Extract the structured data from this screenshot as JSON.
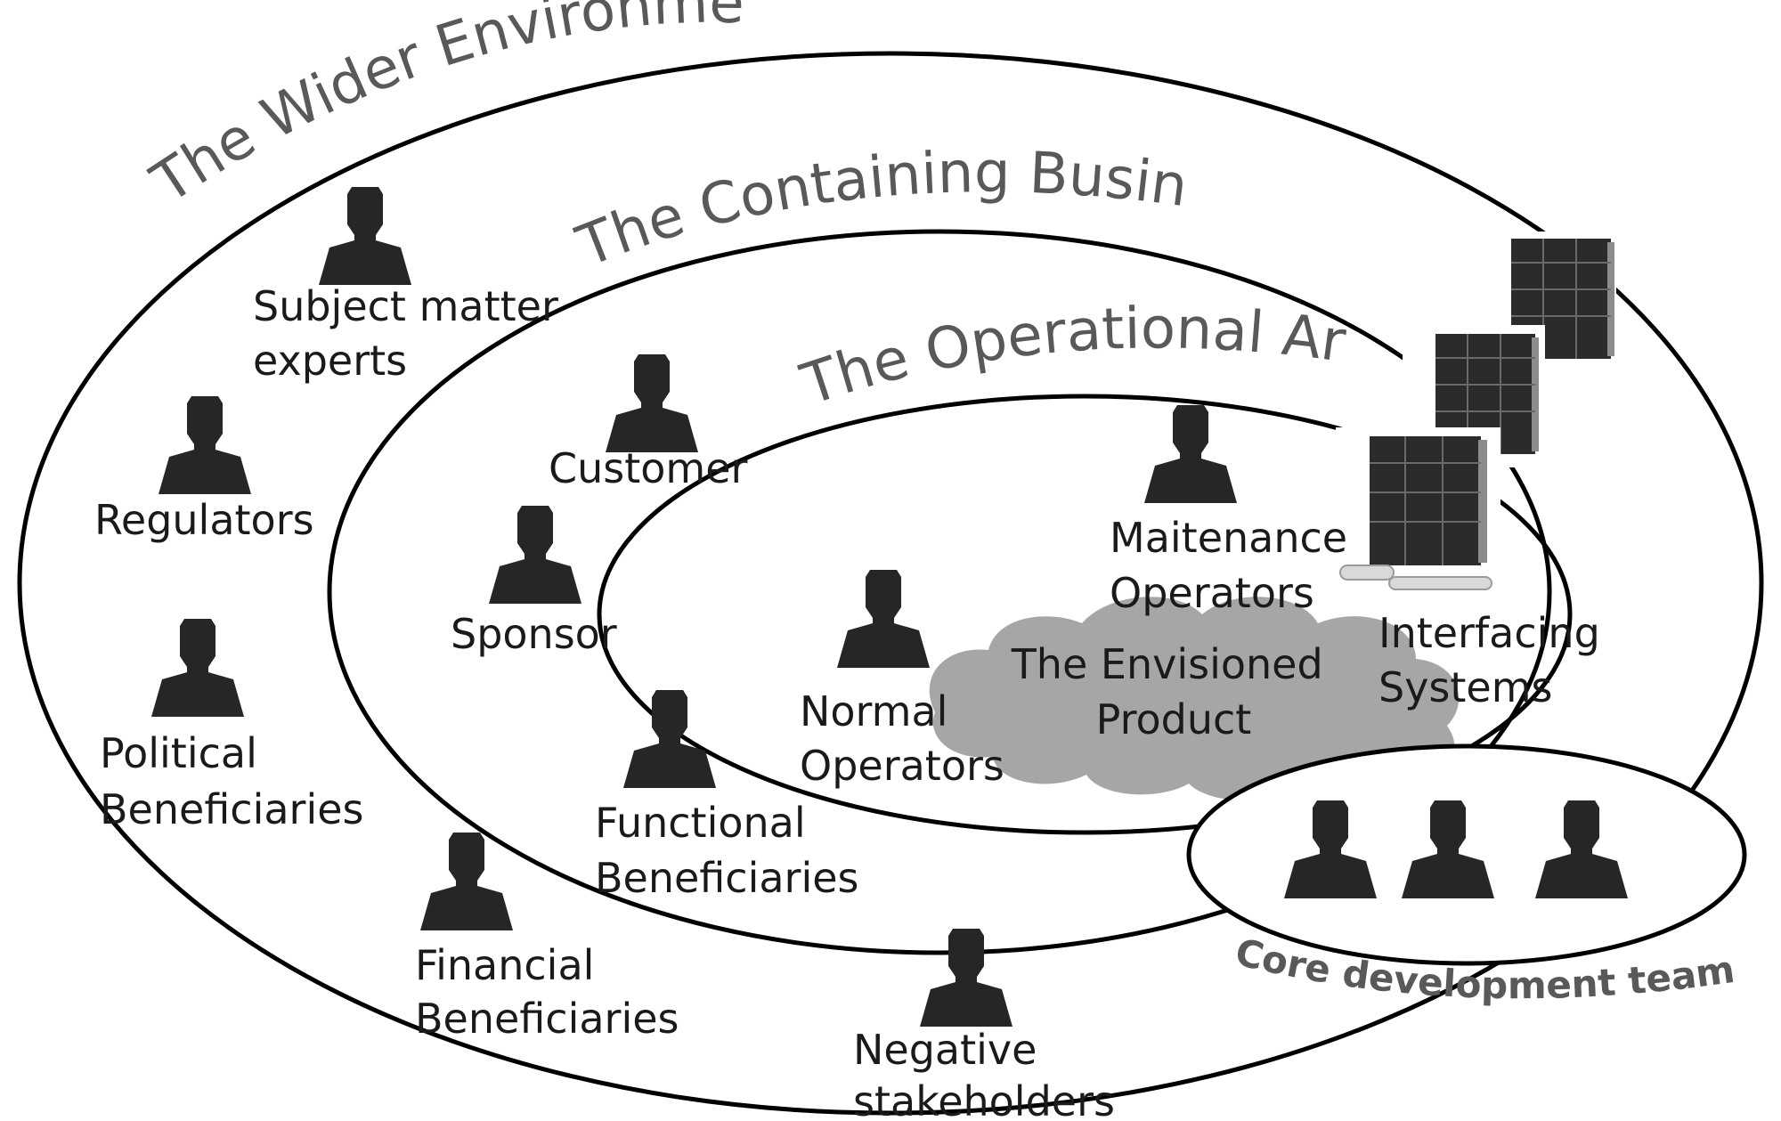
{
  "diagram": {
    "rings": {
      "wider": "The Wider Environment",
      "containing": "The Containing Business",
      "operational": "The Operational Area"
    },
    "core_team": "Core development team",
    "product": [
      "The Envisioned",
      "Product"
    ],
    "interfacing_systems": [
      "Interfacing",
      "Systems"
    ],
    "stakeholders": {
      "subject_matter_experts": [
        "Subject matter",
        "experts"
      ],
      "regulators": [
        "Regulators"
      ],
      "political_beneficiaries": [
        "Political",
        "Beneficiaries"
      ],
      "financial_beneficiaries": [
        "Financial",
        "Beneficiaries"
      ],
      "negative_stakeholders": [
        "Negative",
        "stakeholders"
      ],
      "customer": [
        "Customer"
      ],
      "sponsor": [
        "Sponsor"
      ],
      "functional_beneficiaries": [
        "Functional",
        "Beneficiaries"
      ],
      "normal_operators": [
        "Normal",
        "Operators"
      ],
      "maintenance_operators": [
        "Maitenance",
        "Operators"
      ]
    },
    "icon": "person-silhouette-icon",
    "server_icon": "server-rack-icon"
  }
}
